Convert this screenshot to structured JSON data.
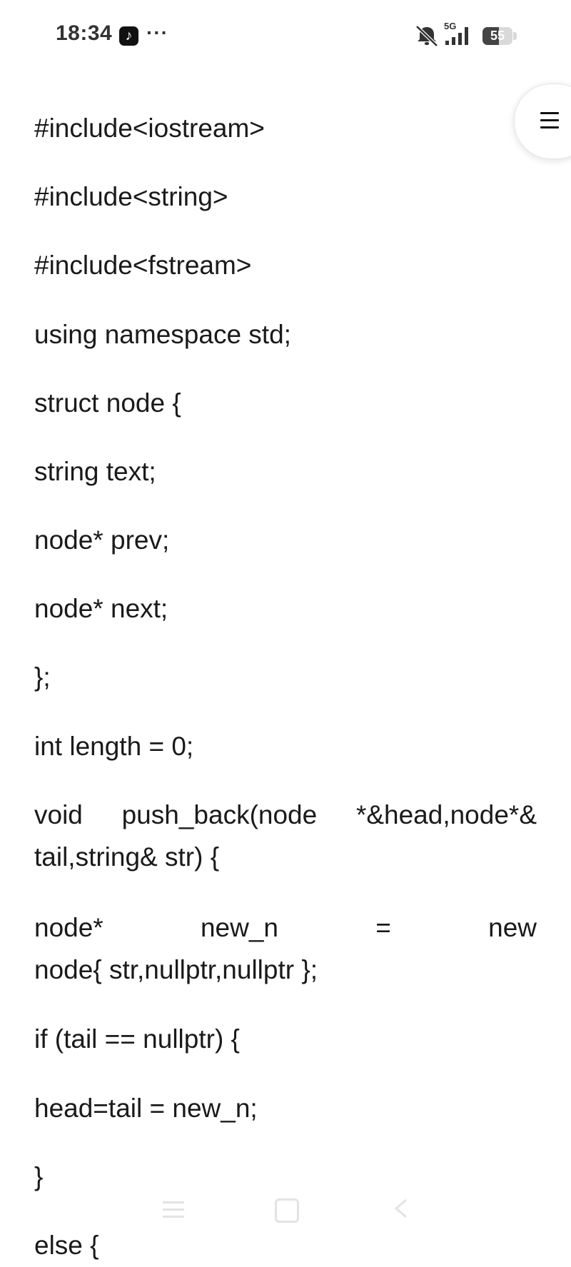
{
  "status_bar": {
    "time": "18:34",
    "more": "···",
    "network": "5G",
    "battery_text": "55",
    "battery_level": 0.55
  },
  "menu_button": {
    "icon": "hamburger-menu-icon"
  },
  "code_lines": [
    "#include<iostream>",
    "#include<string>",
    "#include<fstream>",
    "using namespace std;",
    "struct node {",
    "string text;",
    "node* prev;",
    "node* next;",
    "};",
    "int length = 0;",
    "void push_back(node *&head,node*&",
    "tail,string& str) {",
    "node* new_n = new",
    "node{ str,nullptr,nullptr };",
    "if (tail == nullptr) {",
    "head=tail = new_n;",
    "}",
    "else {"
  ],
  "nav_bar": {
    "recents_icon": "recents-icon",
    "home_icon": "home-icon",
    "back_icon": "back-icon"
  }
}
